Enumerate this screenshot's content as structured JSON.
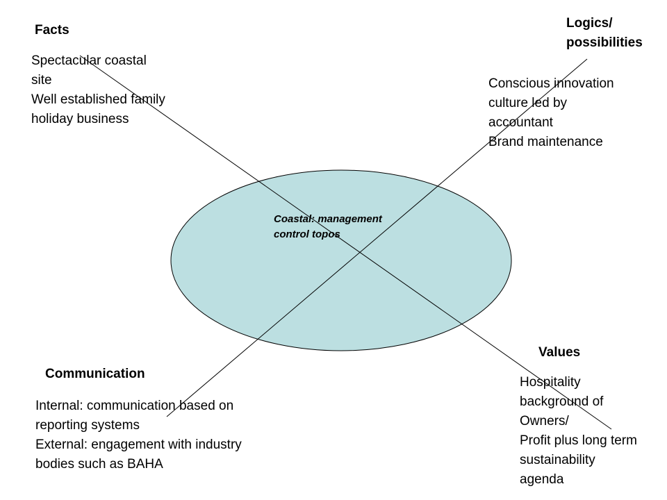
{
  "colors": {
    "ellipse_fill": "#bcdfe1",
    "stroke": "#000000"
  },
  "center": {
    "lines": [
      "Coastal: management",
      "control topos"
    ]
  },
  "facts": {
    "heading": "Facts",
    "lines": [
      "Spectacular coastal",
      "site",
      "Well established family",
      "holiday business"
    ]
  },
  "logics": {
    "heading_lines": [
      "Logics/",
      "possibilities"
    ],
    "lines": [
      "Conscious innovation",
      "culture led by",
      "accountant",
      "Brand maintenance"
    ]
  },
  "communication": {
    "heading": "Communication",
    "lines": [
      "Internal: communication based on",
      "reporting systems",
      "External: engagement with industry",
      "bodies such as BAHA"
    ]
  },
  "values": {
    "heading": "Values",
    "lines": [
      "Hospitality",
      "background of",
      "Owners/",
      "Profit plus long term",
      "sustainability",
      "agenda"
    ]
  }
}
